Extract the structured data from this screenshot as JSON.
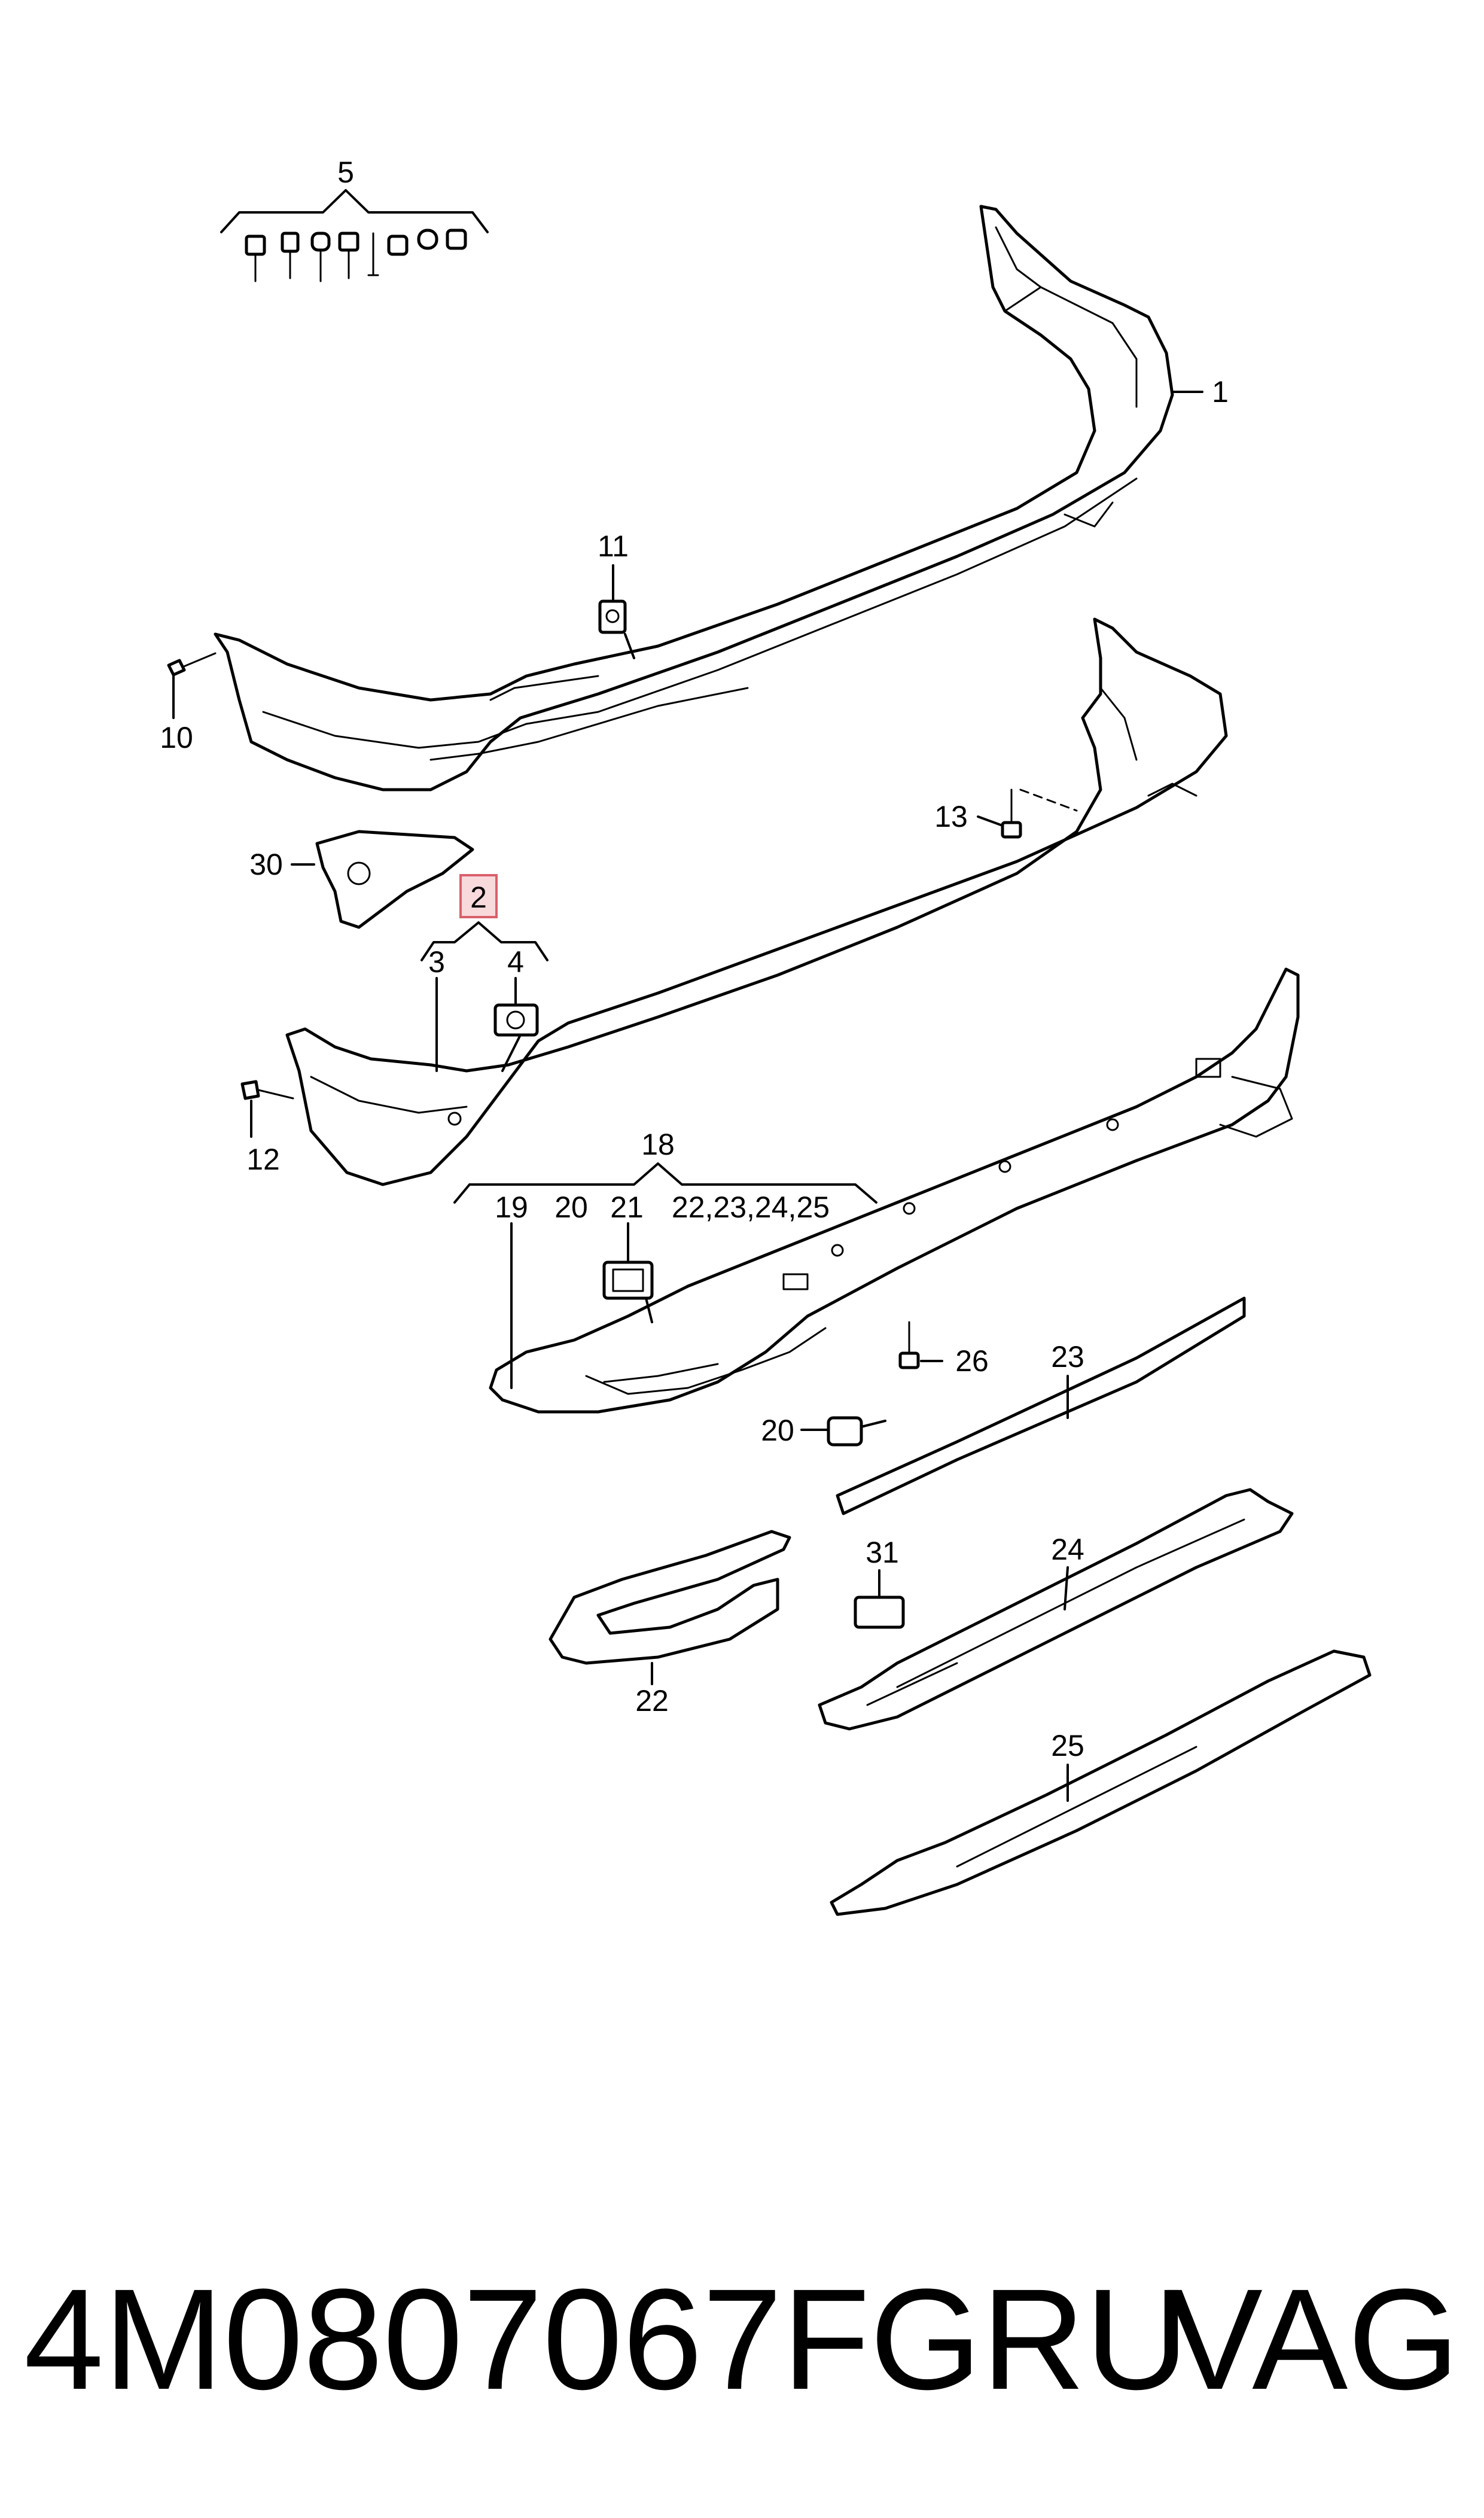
{
  "diagram": {
    "callouts": {
      "c1": "1",
      "c2": "2",
      "c3": "3",
      "c4": "4",
      "c5": "5",
      "c10": "10",
      "c11": "11",
      "c12": "12",
      "c13": "13",
      "c18": "18",
      "c19": "19",
      "c20a": "20",
      "c21": "21",
      "c22_25": "22,23,24,25",
      "c20b": "20",
      "c22": "22",
      "c23": "23",
      "c24": "24",
      "c25": "25",
      "c26": "26",
      "c30": "30",
      "c31": "31"
    },
    "highlight_color": "#f8dadd",
    "highlight_border": "#d9606b"
  },
  "footer": {
    "part_number": "4M0807067FGRU",
    "brand": "VAG"
  }
}
